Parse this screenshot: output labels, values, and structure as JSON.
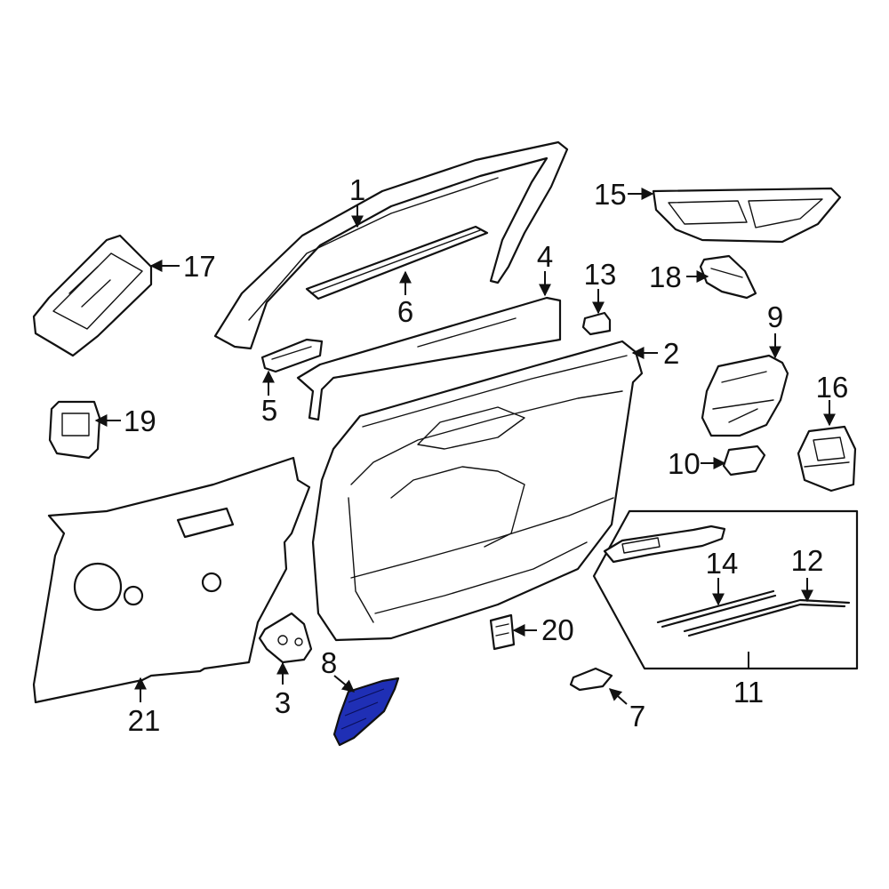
{
  "highlight_color": "#1f2fb5",
  "highlighted_part": "8",
  "callouts": {
    "c1": "1",
    "c2": "2",
    "c3": "3",
    "c4": "4",
    "c5": "5",
    "c6": "6",
    "c7": "7",
    "c8": "8",
    "c9": "9",
    "c10": "10",
    "c11": "11",
    "c12": "12",
    "c13": "13",
    "c14": "14",
    "c15": "15",
    "c16": "16",
    "c17": "17",
    "c18": "18",
    "c19": "19",
    "c20": "20",
    "c21": "21"
  }
}
